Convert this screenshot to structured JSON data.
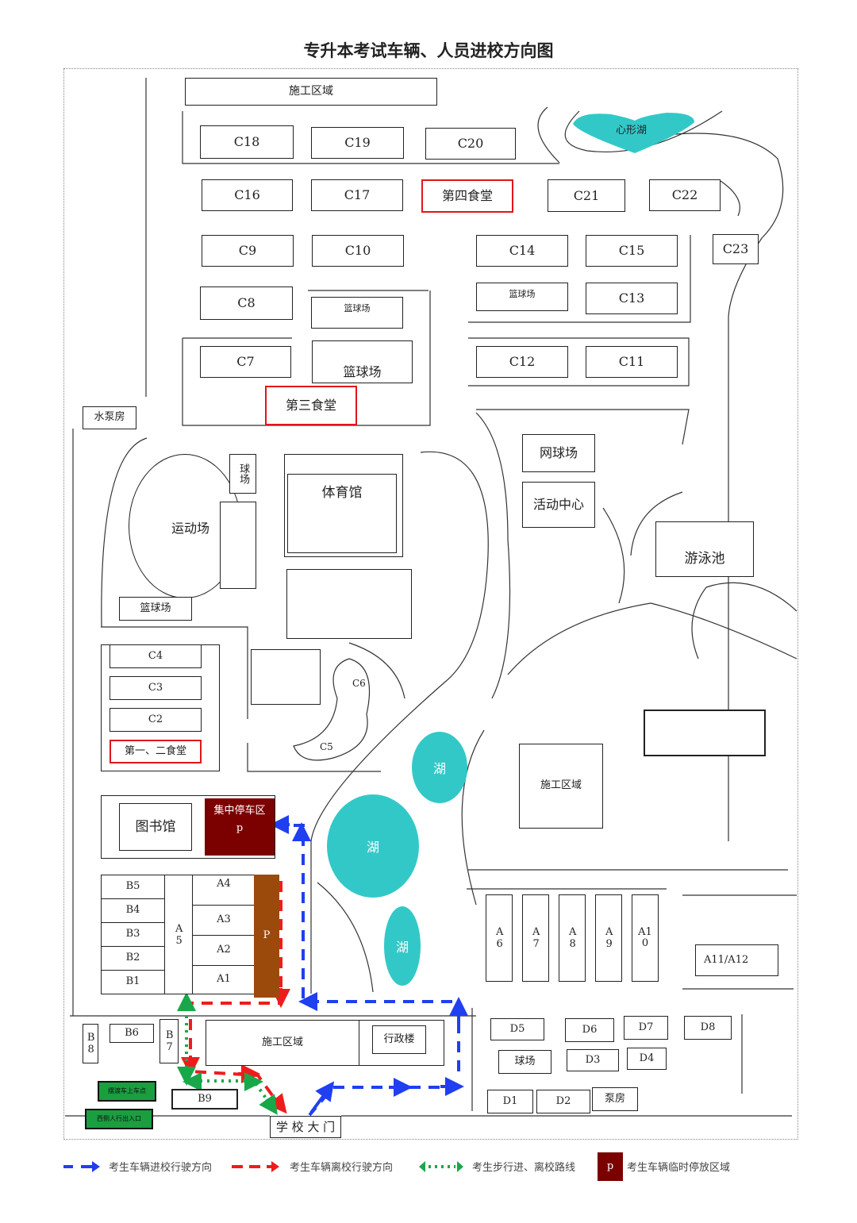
{
  "title": "专升本考试车辆、人员进校方向图",
  "buildings": {
    "construction_top": "施工区域",
    "c18": "C18",
    "c19": "C19",
    "c20": "C20",
    "heart_lake": "心形湖",
    "c16": "C16",
    "c17": "C17",
    "canteen4": "第四食堂",
    "c21": "C21",
    "c22": "C22",
    "c9": "C9",
    "c10": "C10",
    "c14": "C14",
    "c15": "C15",
    "c23": "C23",
    "c8": "C8",
    "court_a": "篮球场",
    "court_b": "篮球场",
    "c13": "C13",
    "c7": "C7",
    "court_c": "篮球场",
    "c12": "C12",
    "c11": "C11",
    "canteen3": "第三食堂",
    "pump_house": "水泵房",
    "ball_court": "球场",
    "sports_field": "运动场",
    "court_d": "篮球场",
    "gym": "体育馆",
    "tennis": "网球场",
    "activity": "活动中心",
    "pool": "游泳池",
    "c4": "C4",
    "c3": "C3",
    "c2": "C2",
    "canteen12": "第一、二食堂",
    "c6": "C6",
    "c5": "C5",
    "lake": "湖",
    "construction_mid": "施工区域",
    "library": "图书馆",
    "parking": "集中停车区",
    "parking_p": "p",
    "b5": "B5",
    "b4": "B4",
    "b3": "B3",
    "b2": "B2",
    "b1": "B1",
    "a5": "A5",
    "a4": "A4",
    "a3": "A3",
    "a2": "A2",
    "a1": "A1",
    "p": "P",
    "a6": "A6",
    "a7": "A7",
    "a8": "A8",
    "a9": "A9",
    "a10": "A10",
    "a11": "A11/A12",
    "b8": "B8",
    "b6": "B6",
    "b7": "B7",
    "construction_bottom": "施工区域",
    "admin": "行政楼",
    "d5": "D5",
    "d6": "D6",
    "d7": "D7",
    "d8": "D8",
    "ball_court2": "球场",
    "d3": "D3",
    "d4": "D4",
    "d1": "D1",
    "d2": "D2",
    "pump2": "泵房",
    "shuttle": "摆渡车上车点",
    "west_gate": "西侧人行出入口",
    "b9": "B9",
    "main_gate": "学 校 大 门"
  },
  "legend": {
    "in": "考生车辆进校行驶方向",
    "out": "考生车辆离校行驶方向",
    "walk": "考生步行进、离校路线",
    "p_symbol": "p",
    "park": "考生车辆临时停放区域"
  },
  "colors": {
    "in": "#1f3ff0",
    "out": "#ee1c1c",
    "walk": "#18a84a",
    "parking": "#7b0000",
    "p_area": "#9b4a0c",
    "lake": "#33c8c8"
  }
}
